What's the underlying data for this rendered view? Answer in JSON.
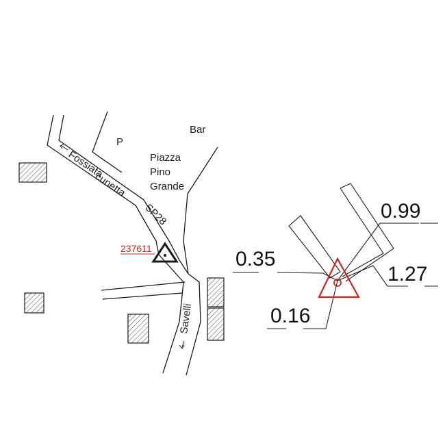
{
  "map": {
    "labels": {
      "bar": "Bar",
      "parking": "P",
      "square_line1": "Piazza",
      "square_line2": "Pino",
      "square_line3": "Grande",
      "street_fossiata": "Fossiata",
      "street_cunetta": "cunetta",
      "road_sp28": "SP28",
      "street_savelli": "Savelli"
    },
    "benchmark_id": "237611"
  },
  "detail": {
    "measurements": {
      "top_right": "0.99",
      "left": "0.35",
      "right": "1.27",
      "bottom": "0.16"
    }
  },
  "colors": {
    "line": "#1a1a1a",
    "benchmark_red": "#d42020",
    "hatch": "#444444"
  },
  "icons": {
    "benchmark_symbol": "triangle-benchmark-icon",
    "benchmark_red_symbol": "red-triangle-benchmark-icon",
    "arrow": "arrow-icon"
  }
}
